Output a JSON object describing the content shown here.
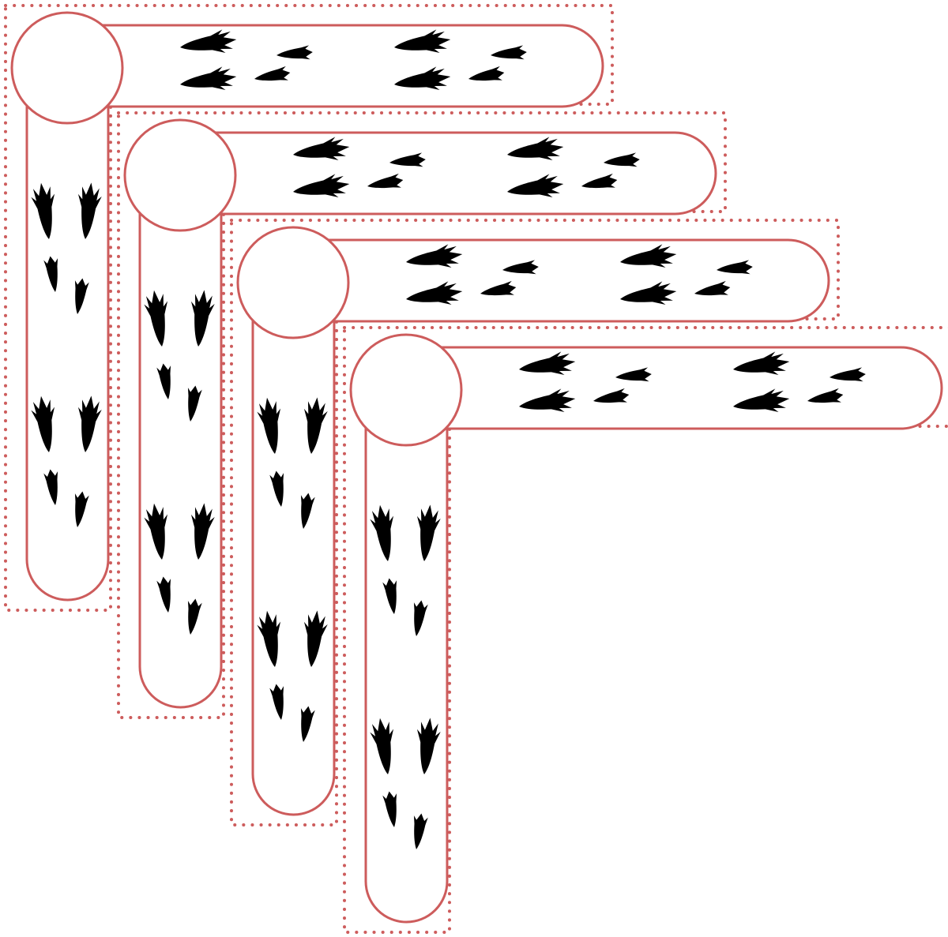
{
  "diagram": {
    "description_text": "",
    "colors": {
      "outline": "#cd5c5c",
      "dotted_border": "#cd5c5c",
      "footprint": "#000000",
      "fill": "#ffffff"
    },
    "icons": {
      "large_track": "animal-footprint-large-icon",
      "small_track": "animal-footprint-small-icon"
    },
    "panel_count": 4,
    "panels": [
      {
        "name": "panel-1",
        "horizontal_arm": {
          "track_groups": 2
        },
        "vertical_arm": {
          "track_groups": 2
        }
      },
      {
        "name": "panel-2",
        "horizontal_arm": {
          "track_groups": 2
        },
        "vertical_arm": {
          "track_groups": 2
        }
      },
      {
        "name": "panel-3",
        "horizontal_arm": {
          "track_groups": 2
        },
        "vertical_arm": {
          "track_groups": 2
        }
      },
      {
        "name": "panel-4",
        "horizontal_arm": {
          "track_groups": 2
        },
        "vertical_arm": {
          "track_groups": 2
        }
      }
    ]
  }
}
